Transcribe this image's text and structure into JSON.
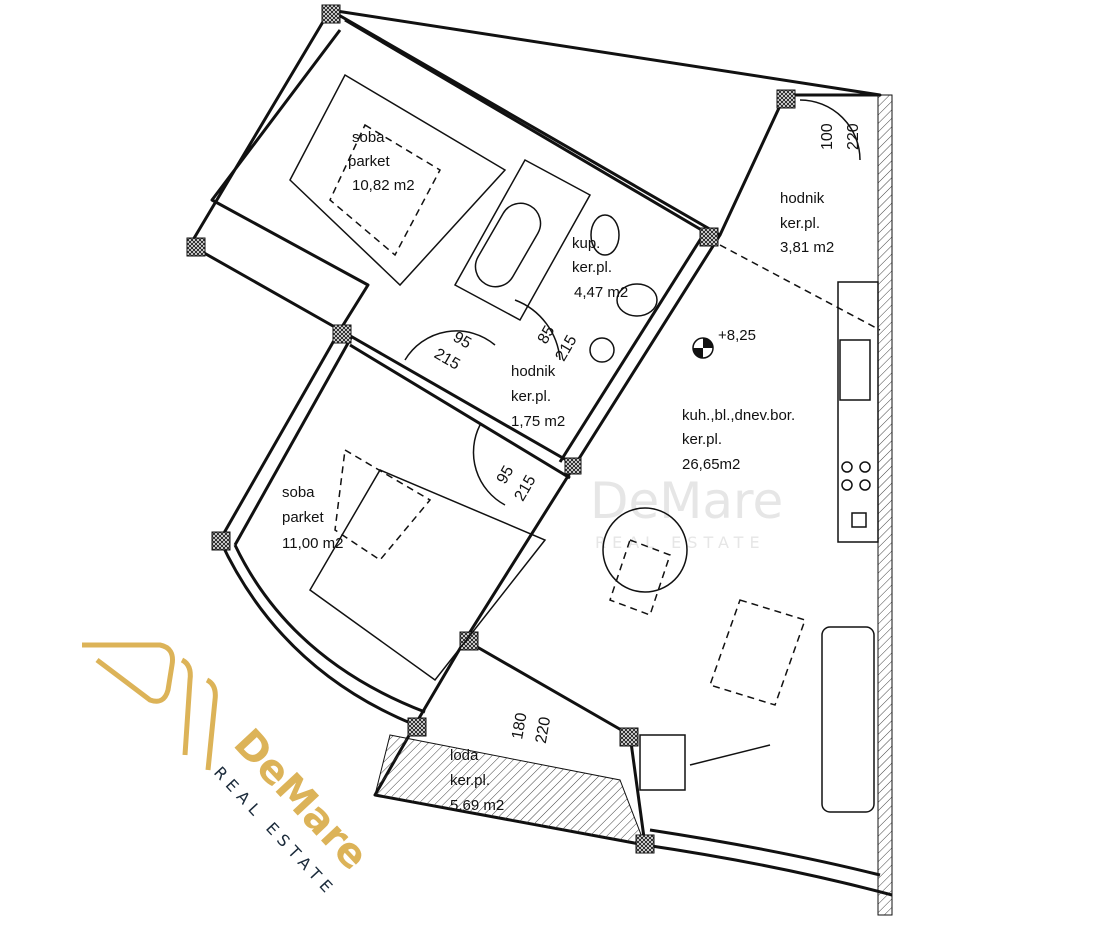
{
  "rooms": [
    {
      "name": "soba",
      "floor": "parket",
      "area": "10,82 m2"
    },
    {
      "name": "kup.",
      "floor": "ker.pl.",
      "area": "4,47 m2"
    },
    {
      "name": "hodnik",
      "floor": "ker.pl.",
      "area": "3,81 m2"
    },
    {
      "name": "hodnik",
      "floor": "ker.pl.",
      "area": "1,75 m2"
    },
    {
      "name": "kuh.,bl.,dnev.bor.",
      "floor": "ker.pl.",
      "area": "26,65m2"
    },
    {
      "name": "soba",
      "floor": "parket",
      "area": "11,00 m2"
    },
    {
      "name": "loda",
      "floor": "ker.pl.",
      "area": "5,69 m2"
    }
  ],
  "doors": [
    {
      "width": "100",
      "height": "220"
    },
    {
      "width": "95",
      "height": "215"
    },
    {
      "width": "85",
      "height": "215"
    },
    {
      "width": "95",
      "height": "215"
    },
    {
      "width": "180",
      "height": "220"
    }
  ],
  "level": "+8,25",
  "logo": {
    "brand": "DeMare",
    "tagline": "REAL ESTATE"
  },
  "watermark": {
    "brand": "DeMare",
    "tagline": "REAL ESTATE"
  },
  "colors": {
    "gold": "#dcb358",
    "navy": "#1a2a3a",
    "line": "#111111"
  }
}
